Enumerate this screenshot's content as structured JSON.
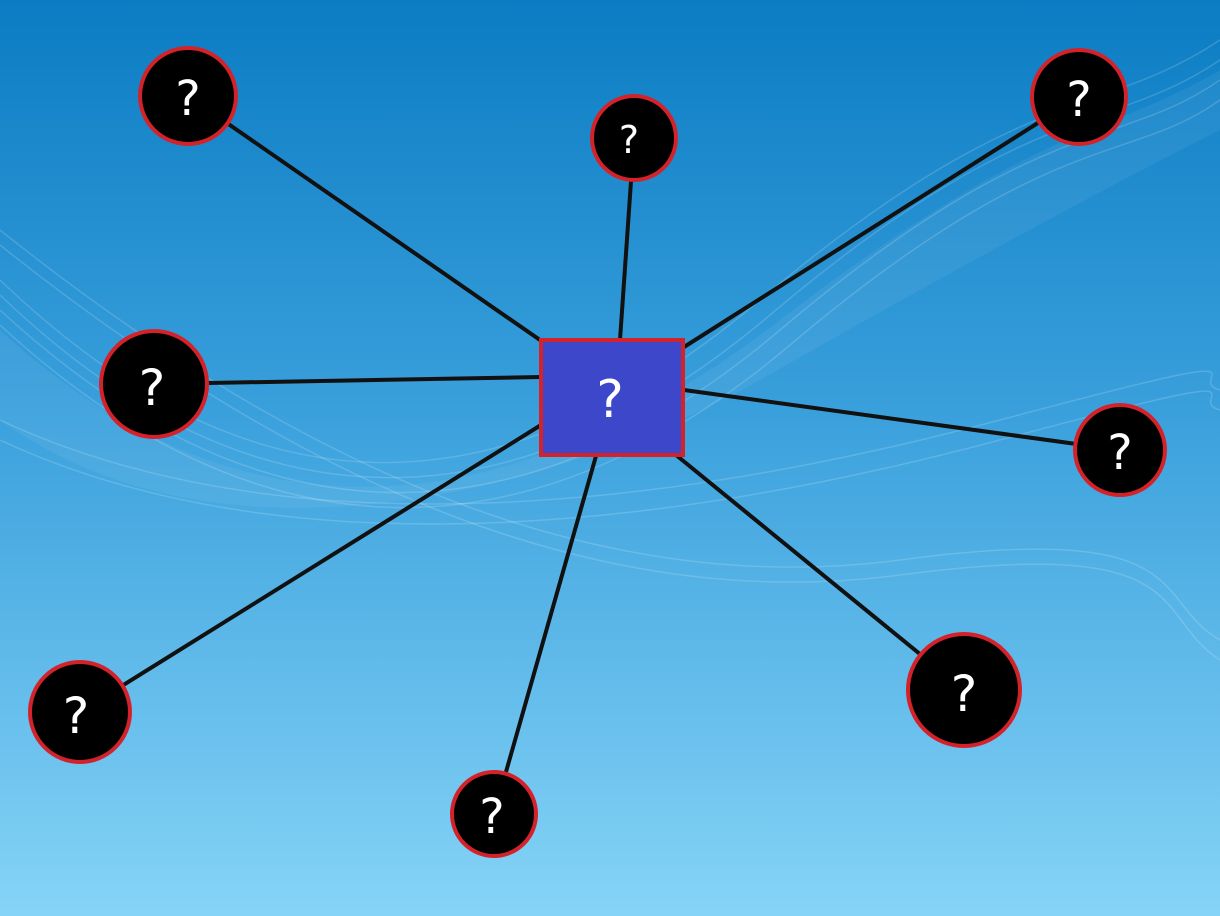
{
  "diagram": {
    "center": {
      "label": "?",
      "fill": "#3d47c9",
      "stroke": "#d4222a"
    },
    "nodes": [
      {
        "id": "top-left",
        "label": "?"
      },
      {
        "id": "top-center",
        "label": "?"
      },
      {
        "id": "top-right",
        "label": "?"
      },
      {
        "id": "mid-left",
        "label": "?"
      },
      {
        "id": "mid-right",
        "label": "?"
      },
      {
        "id": "bottom-left",
        "label": "?"
      },
      {
        "id": "bottom-center",
        "label": "?"
      },
      {
        "id": "bottom-right",
        "label": "?"
      }
    ],
    "node_fill": "#000000",
    "node_stroke": "#d4222a",
    "line_color": "#111111",
    "background_top": "#0b7cc3",
    "background_bottom": "#86d4f7"
  }
}
